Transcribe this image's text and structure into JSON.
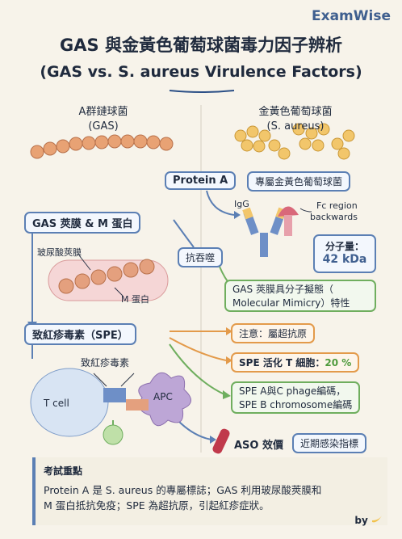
{
  "brand": "ExamWise",
  "title": "GAS 與金黃色葡萄球菌毒力因子辨析",
  "subtitle": "(GAS vs. S. aureus Virulence Factors)",
  "left_col": {
    "name": "A群鏈球菌",
    "abbr": "(GAS)"
  },
  "right_col": {
    "name": "金黃色葡萄球菌",
    "abbr": "(S. aureus)"
  },
  "protein_a": {
    "label": "Protein A",
    "specific": "專屬金黃色葡萄球菌",
    "igg": "IgG",
    "fc": "Fc region",
    "fc2": "backwards",
    "mw_label": "分子量：",
    "mw_value": "42 kDa"
  },
  "gas_capsule": {
    "label": "GAS 莢膜 & M 蛋白",
    "hyaluronic": "玻尿酸莢膜",
    "mprotein": "M 蛋白",
    "anti_phago": "抗吞噬",
    "mimicry": "GAS 莢膜具分子擬態（",
    "mimicry2": "Molecular Mimicry）特性"
  },
  "spe": {
    "label": "致紅疹毒素（SPE）",
    "toxin": "致紅疹毒素",
    "tcell": "T cell",
    "apc": "APC",
    "note1": "注意：屬超抗原",
    "note2": "SPE 活化 T 細胞：",
    "note2_val": "20 %",
    "note3": "SPE A與C phage編碼，",
    "note3b": "SPE B chromosome編碼",
    "aso": "ASO 效價",
    "aso_tag": "近期感染指標"
  },
  "exam": {
    "title": "考試重點",
    "line1": "Protein A 是 S. aureus 的專屬標誌；GAS 利用玻尿酸莢膜和",
    "line2": "M 蛋白抵抗免疫；SPE 為超抗原，引起紅疹症狀。"
  },
  "byline": "by"
}
